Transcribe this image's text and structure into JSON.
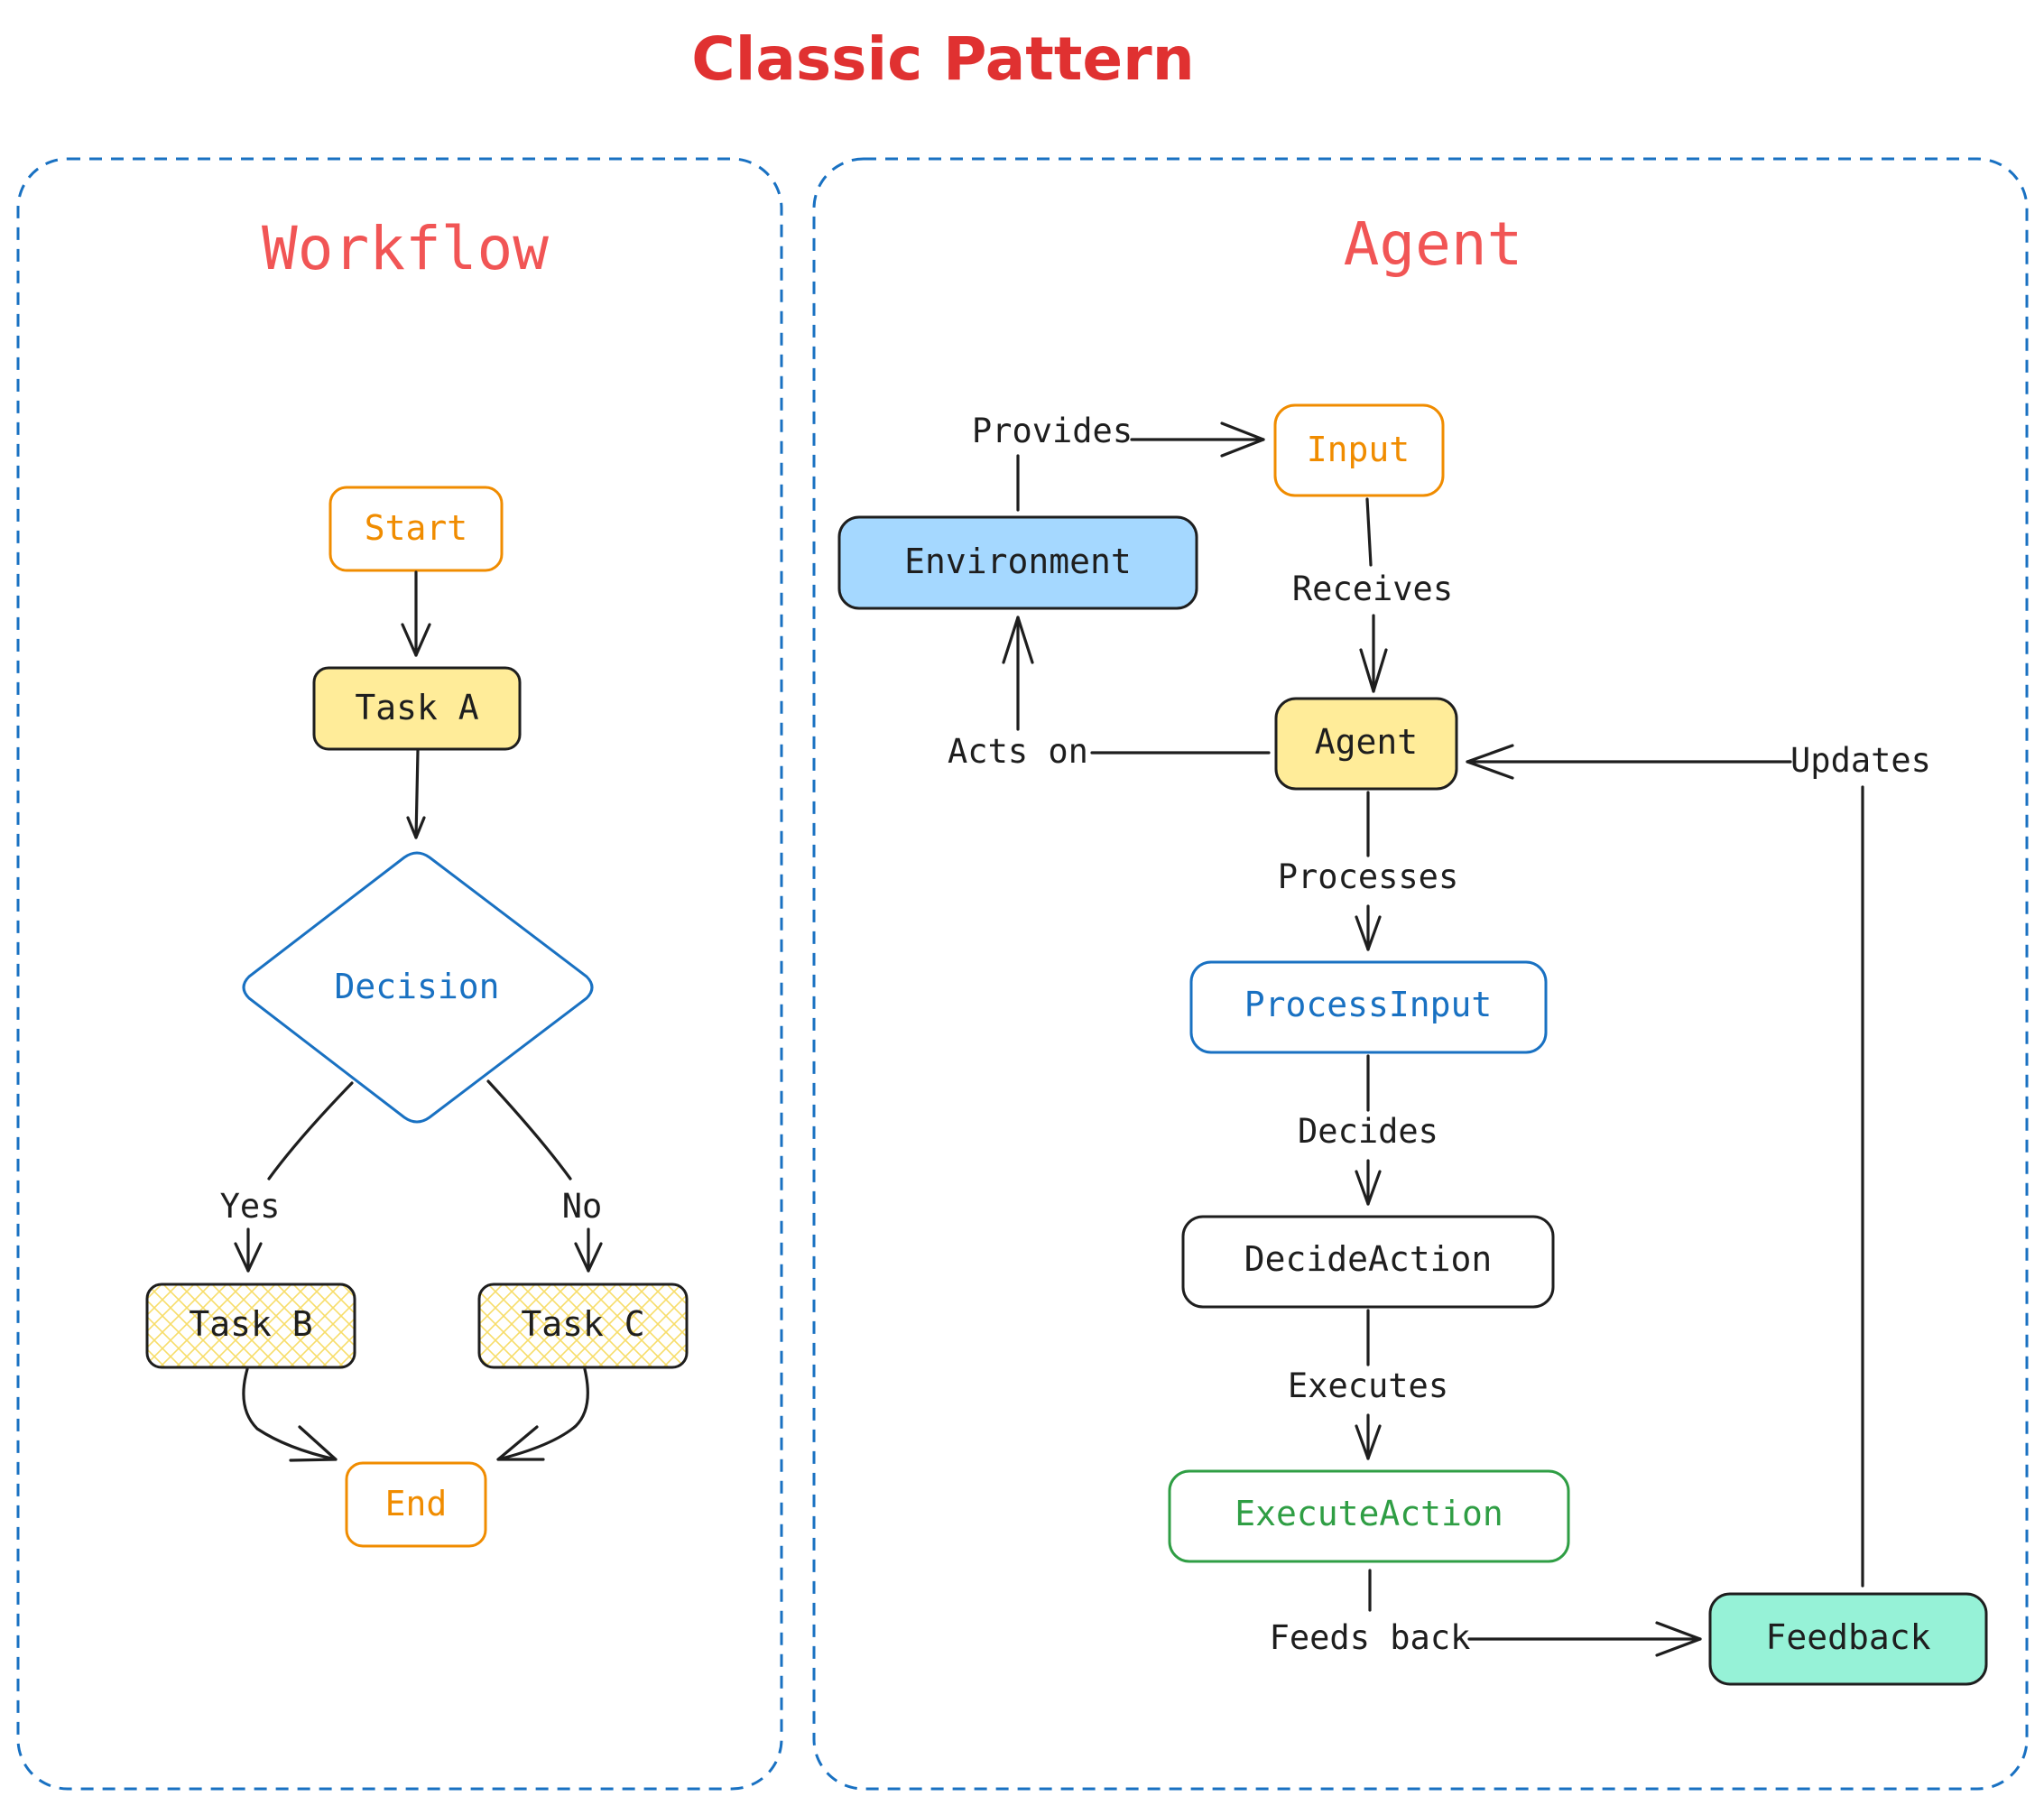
{
  "title": "Classic Pattern",
  "colors": {
    "title": "#e03131",
    "panel_title": "#f15555",
    "panel_border": "#1971c2",
    "ink": "#1e1e1e",
    "orange": "#f08c00",
    "blue": "#1971c2",
    "green": "#2f9e44",
    "yellow_fill": "#ffec99",
    "blue_fill": "#a5d8ff",
    "teal_fill": "#96f2d7"
  },
  "workflow": {
    "title": "Workflow",
    "nodes": {
      "start": "Start",
      "task_a": "Task A",
      "decision": "Decision",
      "task_b": "Task B",
      "task_c": "Task C",
      "end": "End"
    },
    "edges": {
      "yes": "Yes",
      "no": "No"
    }
  },
  "agent": {
    "title": "Agent",
    "nodes": {
      "environment": "Environment",
      "input": "Input",
      "agent": "Agent",
      "process_input": "ProcessInput",
      "decide_action": "DecideAction",
      "execute_action": "ExecuteAction",
      "feedback": "Feedback"
    },
    "edges": {
      "provides": "Provides",
      "receives": "Receives",
      "acts_on": "Acts on",
      "updates": "Updates",
      "processes": "Processes",
      "decides": "Decides",
      "executes": "Executes",
      "feeds_back": "Feeds back"
    }
  }
}
